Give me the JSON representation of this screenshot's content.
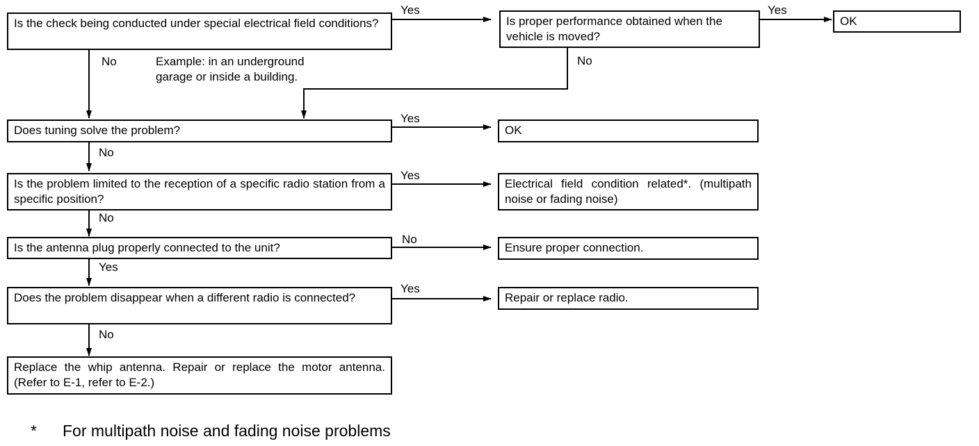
{
  "questions": {
    "q1": "Is the check being conducted under special electrical field conditions?",
    "q2": "Is proper performance obtained when the vehicle is moved?",
    "q3": "Does tuning solve the problem?",
    "q4": "Is the problem limited to the reception of a specific radio station from a specific position?",
    "q5": "Is the antenna plug properly connected to the unit?",
    "q6": "Does the problem disappear when a different radio is connected?"
  },
  "results": {
    "r1": "OK",
    "r2": "OK",
    "r3": "Electrical field condition related*. (multipath noise or fading noise)",
    "r4": "Ensure proper connection.",
    "r5": "Repair or replace radio.",
    "r6": "Replace the whip antenna. Repair or replace the motor antenna. (Refer to E-1, refer to E-2.)"
  },
  "example_note": {
    "line1": "Example: in an underground",
    "line2": "garage or inside a building."
  },
  "branch_labels": {
    "q1_yes": "Yes",
    "q1_no": "No",
    "q2_yes": "Yes",
    "q2_no": "No",
    "q3_yes": "Yes",
    "q3_no": "No",
    "q4_yes": "Yes",
    "q4_no": "No",
    "q5_no": "No",
    "q5_yes": "Yes",
    "q6_yes": "Yes",
    "q6_no": "No"
  },
  "footnote": {
    "marker": "*",
    "text": "For multipath noise and fading noise problems"
  }
}
